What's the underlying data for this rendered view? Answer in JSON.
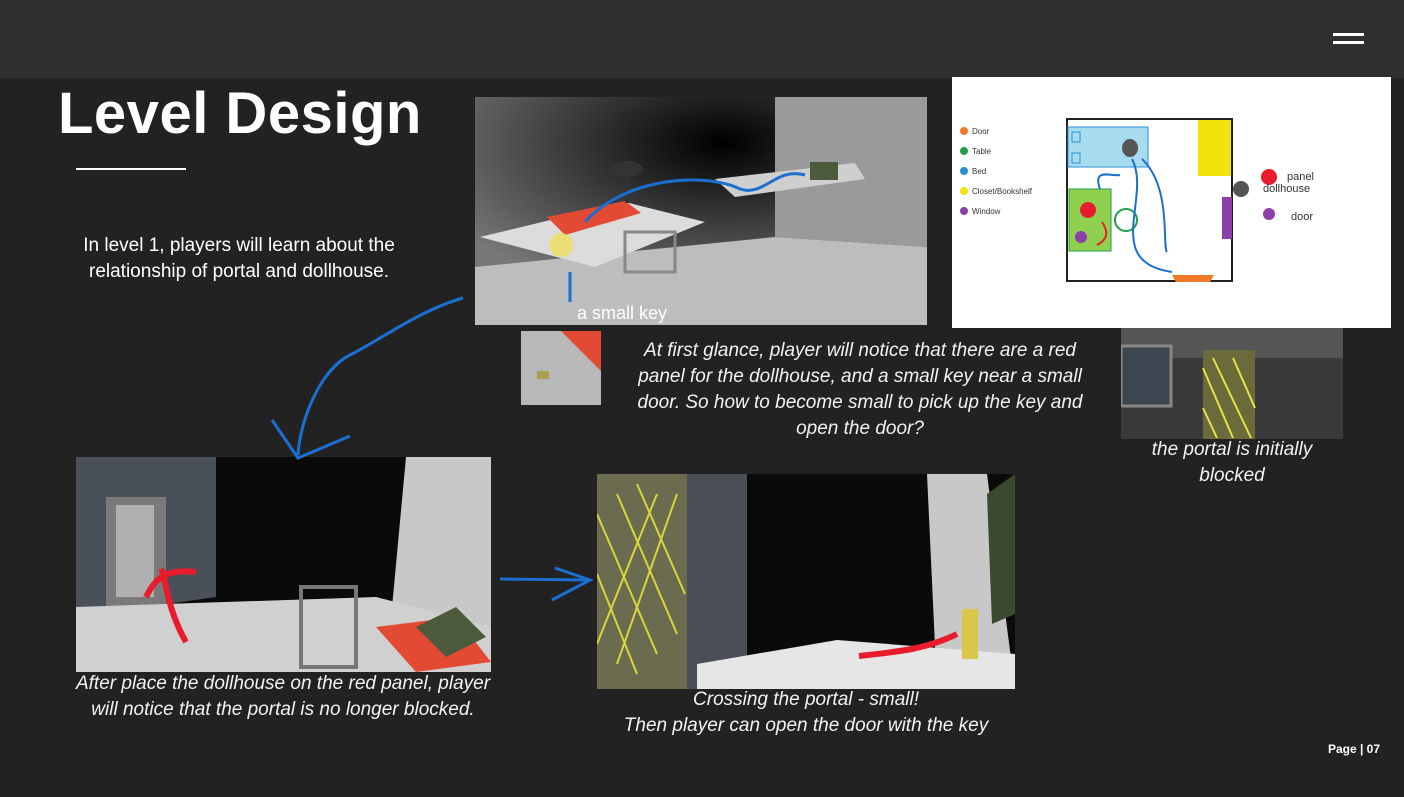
{
  "menu_icon": "hamburger-menu-icon",
  "title": "Level Design",
  "intro": "In level 1, players will learn about the relationship of portal and dollhouse.",
  "screenshots": {
    "top_room": {
      "key_label": "a small key"
    },
    "blocked_portal": {
      "caption": "the portal is initially blocked"
    },
    "dollhouse_placed": {
      "caption": "After place the dollhouse on the red panel, player will notice that the portal is no longer blocked."
    },
    "crossing": {
      "caption_line1": "Crossing the portal - small!",
      "caption_line2": "Then player can open the door with the key"
    }
  },
  "notice_text": "At first glance, player will notice that there are a red panel for the dollhouse, and a small key near a small door. So how to become small to pick up the key and open the door?",
  "map": {
    "legend": [
      {
        "label": "Door",
        "color": "#f07a2a"
      },
      {
        "label": "Table",
        "color": "#1e9e4a"
      },
      {
        "label": "Bed",
        "color": "#2a8fd6"
      },
      {
        "label": "Closet/Bookshelf",
        "color": "#f2e30a"
      },
      {
        "label": "Window",
        "color": "#8b3fa8"
      }
    ],
    "label_panel": "panel",
    "label_dollhouse": "dollhouse",
    "label_door": "door"
  },
  "page": "Page | 07"
}
